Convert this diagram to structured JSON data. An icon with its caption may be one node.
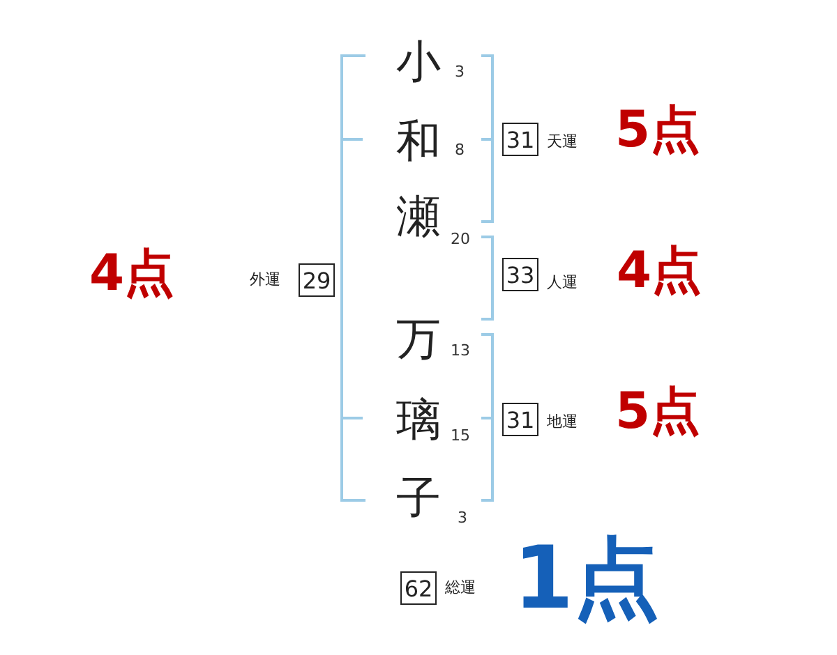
{
  "diagram": {
    "nodes": [
      {
        "text": [
          "31"
        ],
        "beside": [
          "天運"
        ]
      },
      {
        "text": [
          "29"
        ],
        "beside": [
          "外運"
        ]
      },
      {
        "text": [
          "33"
        ],
        "beside": [
          "人運"
        ]
      },
      {
        "text": [
          "31"
        ],
        "beside": [
          "地運"
        ]
      },
      {
        "text": [
          "62"
        ],
        "beside": [
          "総運"
        ]
      }
    ],
    "labels": [
      "小",
      "3",
      "和",
      "8",
      "5点",
      "瀬",
      "20",
      "4点",
      "4点",
      "万",
      "13",
      "璃",
      "15",
      "5点",
      "子",
      "3",
      "1点"
    ]
  }
}
